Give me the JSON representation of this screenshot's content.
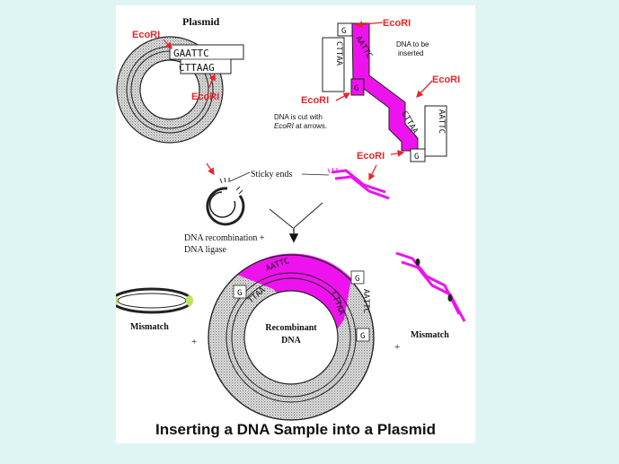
{
  "labels": {
    "plasmid_title": "Plasmid",
    "ecori": "EcoRI",
    "dna_to_be_inserted_1": "DNA to be",
    "dna_to_be_inserted_2": "inserted",
    "dna_cut_1": "DNA is cut with",
    "dna_cut_2": "EcoRI",
    "dna_cut_3": " at arrows.",
    "sticky_ends": "Sticky ends",
    "recomb_1": "DNA recombination +",
    "recomb_2": "DNA ligase",
    "mismatch": "Mismatch",
    "plus": "+",
    "recombinant_1": "Recombinant",
    "recombinant_2": "DNA",
    "caption": "Inserting a DNA Sample into a Plasmid"
  },
  "sequences": {
    "top_strand": "GAATTC",
    "bottom_strand": "CTTAAG",
    "g": "G",
    "aattc": "AATTC",
    "cttaa": "CTTAA",
    "ttaa": "TTAA"
  },
  "colors": {
    "magenta": "#ee12ee",
    "red": "#e8262a",
    "stipple": "#c8c8c8",
    "mismatch_green": "#b8e65a",
    "background": "#dff5f3"
  }
}
